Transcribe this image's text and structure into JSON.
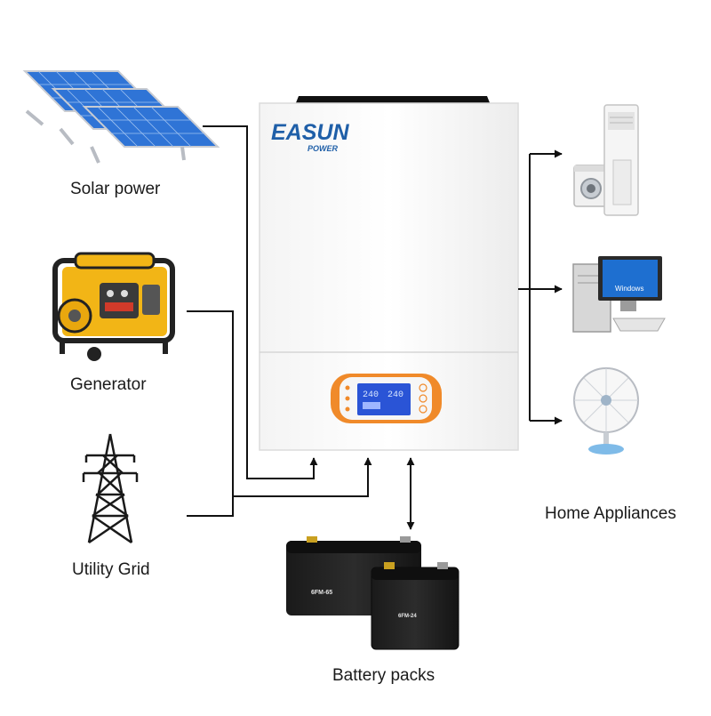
{
  "labels": {
    "solar": "Solar power",
    "generator": "Generator",
    "grid": "Utility Grid",
    "home": "Home Appliances",
    "battery": "Battery packs"
  },
  "inverter": {
    "brand_main": "EASUN",
    "brand_sub": "POWER",
    "display_reading_1": "240",
    "display_reading_2": "240"
  },
  "devices": {
    "monitor_text": "Windows",
    "battery_big": "6FM-65",
    "battery_small": "6FM-24"
  },
  "colors": {
    "brand_blue": "#1f5fa8",
    "panel_orange": "#f08a2a",
    "lcd_blue": "#2a54d6",
    "solar_cell": "#2f74d6",
    "generator_yellow": "#f2b516",
    "line": "#111111"
  }
}
